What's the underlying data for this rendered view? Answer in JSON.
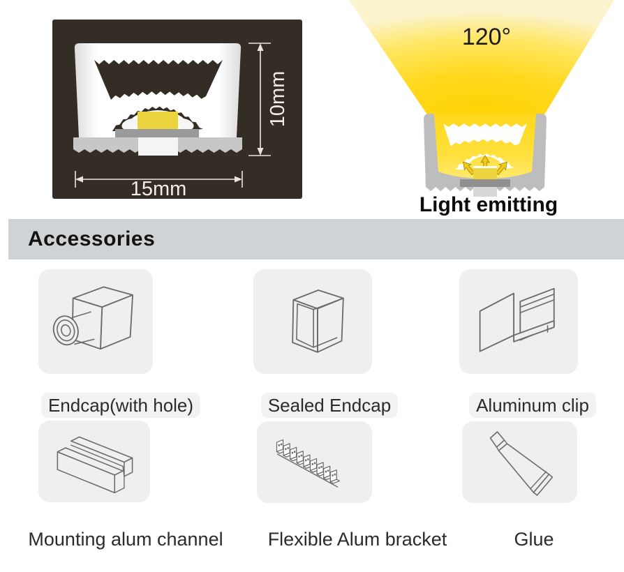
{
  "product_diagram": {
    "width_label": "15mm",
    "height_label": "10mm",
    "beam_angle_label": "120°",
    "light_emitting_label": "Light emitting"
  },
  "accessories": {
    "title": "Accessories",
    "items": [
      {
        "label": "Endcap(with hole)",
        "icon": "endcap-with-hole-icon"
      },
      {
        "label": "Sealed Endcap",
        "icon": "sealed-endcap-icon"
      },
      {
        "label": "Aluminum clip",
        "icon": "aluminum-clip-icon"
      },
      {
        "label": "Mounting alum channel",
        "icon": "mounting-alum-channel-icon"
      },
      {
        "label": "Flexible Alum bracket",
        "icon": "flexible-alum-bracket-icon"
      },
      {
        "label": "Glue",
        "icon": "glue-icon"
      }
    ]
  },
  "colors": {
    "cross_section_background": "#342d26",
    "silicone_body_white": "#fbfbfb",
    "pcb_gray": "#9a9a9a",
    "led_chip_yellow": "#ecd43e",
    "light_cone_yellow": "#ffd400",
    "accessories_bar_gray": "#d0d3d6",
    "card_gray": "#efefef"
  }
}
